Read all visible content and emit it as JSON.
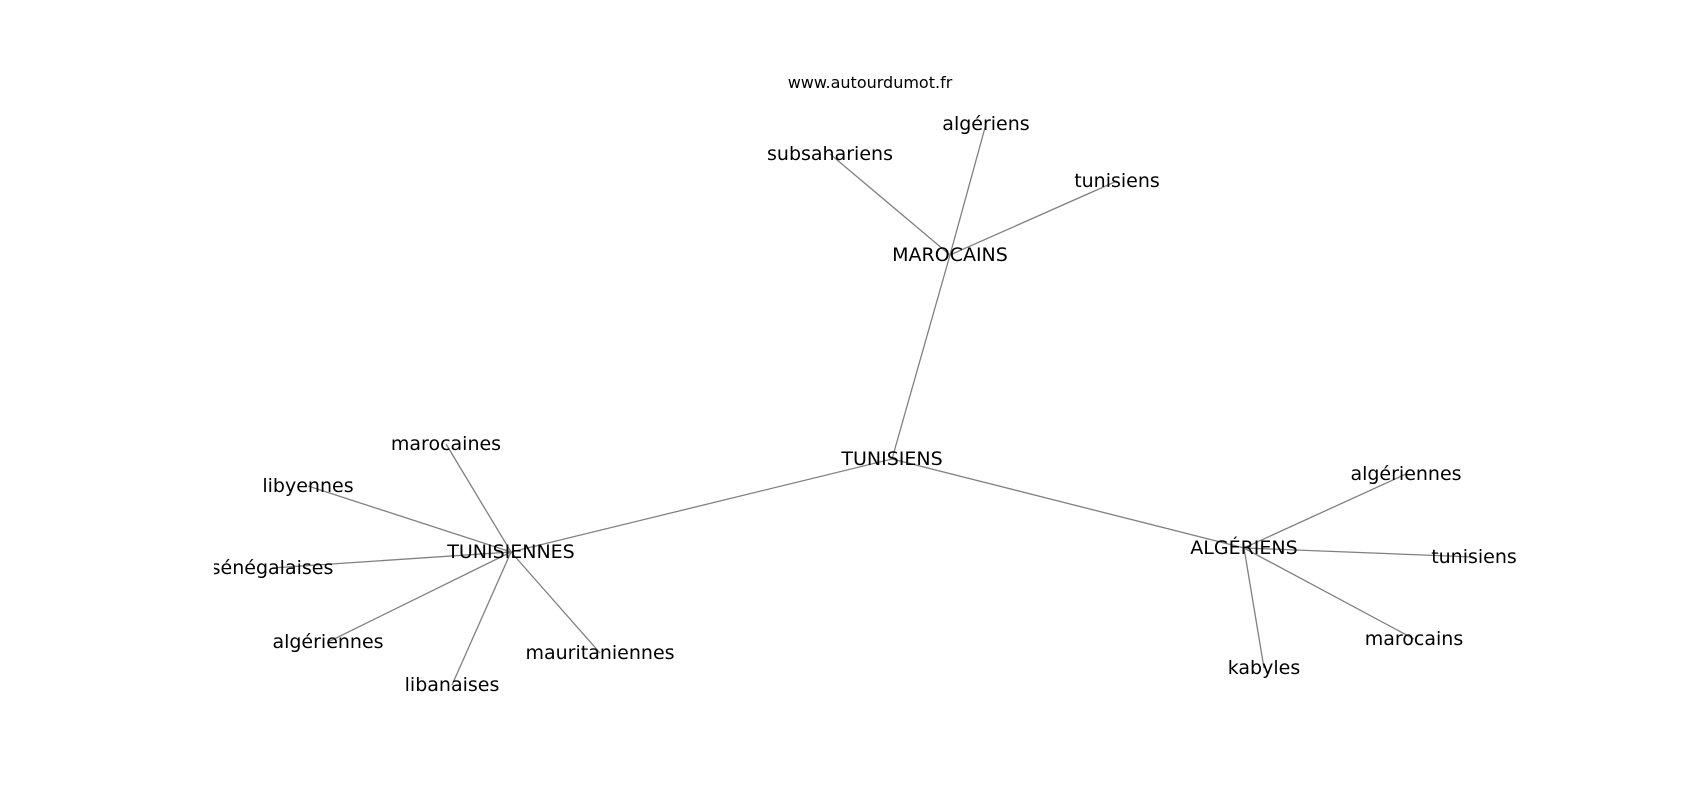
{
  "watermark": "www.autourdumot.fr",
  "graph": {
    "root": "TUNISIENS",
    "nodes": [
      {
        "id": "root",
        "label": "TUNISIENS"
      },
      {
        "id": "marocains_hub",
        "label": "MAROCAINS"
      },
      {
        "id": "tunisiennes_hub",
        "label": "TUNISIENNES"
      },
      {
        "id": "algeriens_hub",
        "label": "ALGÉRIENS"
      },
      {
        "id": "m_subsahariens",
        "label": "subsahariens"
      },
      {
        "id": "m_algeriens",
        "label": "algériens"
      },
      {
        "id": "m_tunisiens",
        "label": "tunisiens"
      },
      {
        "id": "t_marocaines",
        "label": "marocaines"
      },
      {
        "id": "t_libyennes",
        "label": "libyennes"
      },
      {
        "id": "t_senegalaises",
        "label": "sénégalaises"
      },
      {
        "id": "t_algeriennes",
        "label": "algériennes"
      },
      {
        "id": "t_libanaises",
        "label": "libanaises"
      },
      {
        "id": "t_mauritaniennes",
        "label": "mauritaniennes"
      },
      {
        "id": "a_algeriennes",
        "label": "algériennes"
      },
      {
        "id": "a_tunisiens",
        "label": "tunisiens"
      },
      {
        "id": "a_marocains",
        "label": "marocains"
      },
      {
        "id": "a_kabyles",
        "label": "kabyles"
      }
    ],
    "edges": [
      [
        "root",
        "marocains_hub"
      ],
      [
        "root",
        "tunisiennes_hub"
      ],
      [
        "root",
        "algeriens_hub"
      ],
      [
        "marocains_hub",
        "m_subsahariens"
      ],
      [
        "marocains_hub",
        "m_algeriens"
      ],
      [
        "marocains_hub",
        "m_tunisiens"
      ],
      [
        "tunisiennes_hub",
        "t_marocaines"
      ],
      [
        "tunisiennes_hub",
        "t_libyennes"
      ],
      [
        "tunisiennes_hub",
        "t_senegalaises"
      ],
      [
        "tunisiennes_hub",
        "t_algeriennes"
      ],
      [
        "tunisiennes_hub",
        "t_libanaises"
      ],
      [
        "tunisiennes_hub",
        "t_mauritaniennes"
      ],
      [
        "algeriens_hub",
        "a_algeriennes"
      ],
      [
        "algeriens_hub",
        "a_tunisiens"
      ],
      [
        "algeriens_hub",
        "a_marocains"
      ],
      [
        "algeriens_hub",
        "a_kabyles"
      ]
    ]
  }
}
